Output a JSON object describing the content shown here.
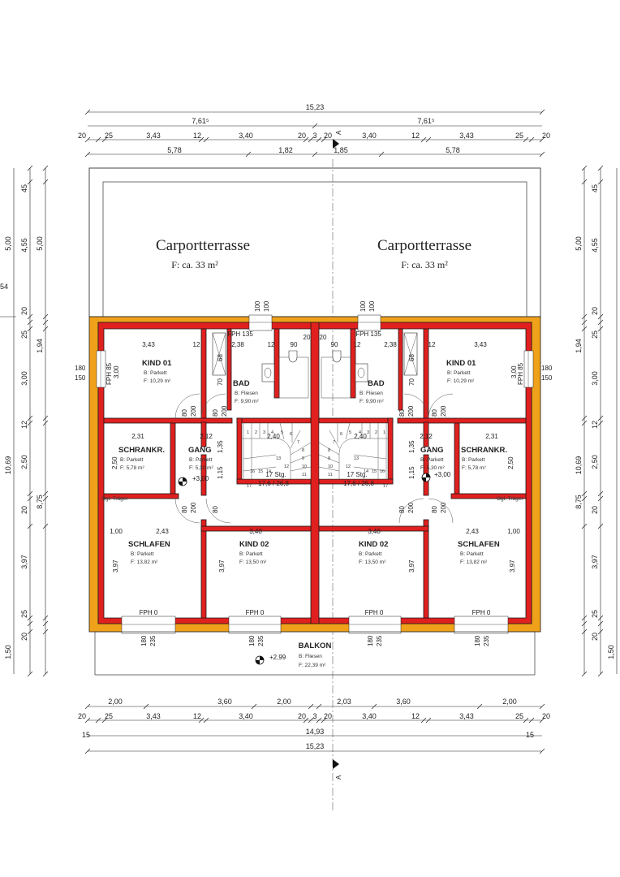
{
  "carport": [
    {
      "title": "Carportterrasse",
      "area": "F: ca. 33 m²"
    },
    {
      "title": "Carportterrasse",
      "area": "F: ca. 33 m²"
    }
  ],
  "rooms": {
    "kind01": {
      "name": "KIND 01",
      "floor": "B: Parkett",
      "area": "F: 10,29 m²"
    },
    "bad": {
      "name": "BAD",
      "floor": "B: Fliesen",
      "area": "F: 9,90 m²"
    },
    "schrank": {
      "name": "SCHRANKR.",
      "floor": "B: Parkett",
      "area": "F: 5,78 m²"
    },
    "gang": {
      "name": "GANG",
      "floor": "B: Parkett",
      "area": "F: 5,30 m²"
    },
    "schlafen": {
      "name": "SCHLAFEN",
      "floor": "B: Parkett",
      "area": "F: 13,82 m²"
    },
    "kind02": {
      "name": "KIND 02",
      "floor": "B: Parkett",
      "area": "F: 13,50 m²"
    },
    "balkon": {
      "name": "BALKON",
      "floor": "B: Fliesen",
      "area": "F: 22,39 m²"
    }
  },
  "levels": {
    "gang": "+3,00",
    "balkon": "+2,99"
  },
  "stairs": {
    "steps": "17 Stg.",
    "ratio": "17,6 / 26,8",
    "count": [
      "1",
      "2",
      "3",
      "4",
      "5",
      "6",
      "7",
      "8",
      "9",
      "10",
      "11",
      "12",
      "13",
      "14",
      "15",
      "16",
      "17"
    ]
  },
  "windows": {
    "fph135": "FPH 135",
    "fph85": "FPH 85",
    "fph0": "FPH 0",
    "w100": "100",
    "w180": "180",
    "w150": "150",
    "w235": "235"
  },
  "section_marker": "A",
  "ogl": "Ogl. Träger",
  "dims_top": {
    "total": "15,23",
    "half_l": "7,61⁵",
    "half_r": "7,61⁵",
    "row3": [
      "20",
      "25",
      "3,43",
      "12",
      "3,40",
      "20",
      "3",
      "20",
      "3,40",
      "12",
      "3,43",
      "25",
      "20"
    ],
    "row4": [
      "5,78",
      "1,82",
      "1,85",
      "5,78"
    ]
  },
  "dims_bottom": {
    "row1": [
      "2,00",
      "3,60",
      "2,00",
      "2,03",
      "3,60",
      "2,00"
    ],
    "row2": [
      "20",
      "25",
      "3,43",
      "12",
      "3,40",
      "20",
      "3",
      "20",
      "3,40",
      "12",
      "3,43",
      "25",
      "20"
    ],
    "row3": [
      "15",
      "14,93",
      "15"
    ],
    "total": "15,23"
  },
  "dims_left": [
    "45",
    "4,55",
    "5,00",
    "5,00",
    "20",
    "25",
    "1,94",
    "3,00",
    "12",
    "2,50",
    "10,69",
    "20",
    "8,75",
    "3,97",
    "25",
    "20",
    "1,50",
    "54"
  ],
  "dims_right": [
    "45",
    "4,55",
    "5,00",
    "20",
    "25",
    "1,94",
    "3,00",
    "12",
    "2,50",
    "10,69",
    "20",
    "8,75",
    "3,97",
    "25",
    "20",
    "1,50"
  ],
  "interior": {
    "kind01_w": "3,43",
    "kind01_h": "3,00",
    "bad_w": "2,38",
    "gap12": "12",
    "d20": "20",
    "d90": "90",
    "schrank_w": "2,31",
    "gang_w": "2,12",
    "schrank_h": "2,50",
    "gang_h1": "1,35",
    "gang_h2": "1,15",
    "stair_w": "2,40",
    "schlafen_w": "2,43",
    "schlafen_off": "1,00",
    "kind02_w": "3,40",
    "room_h": "3,97",
    "door80": "80",
    "door200": "200",
    "d70": "70",
    "d68": "68"
  }
}
